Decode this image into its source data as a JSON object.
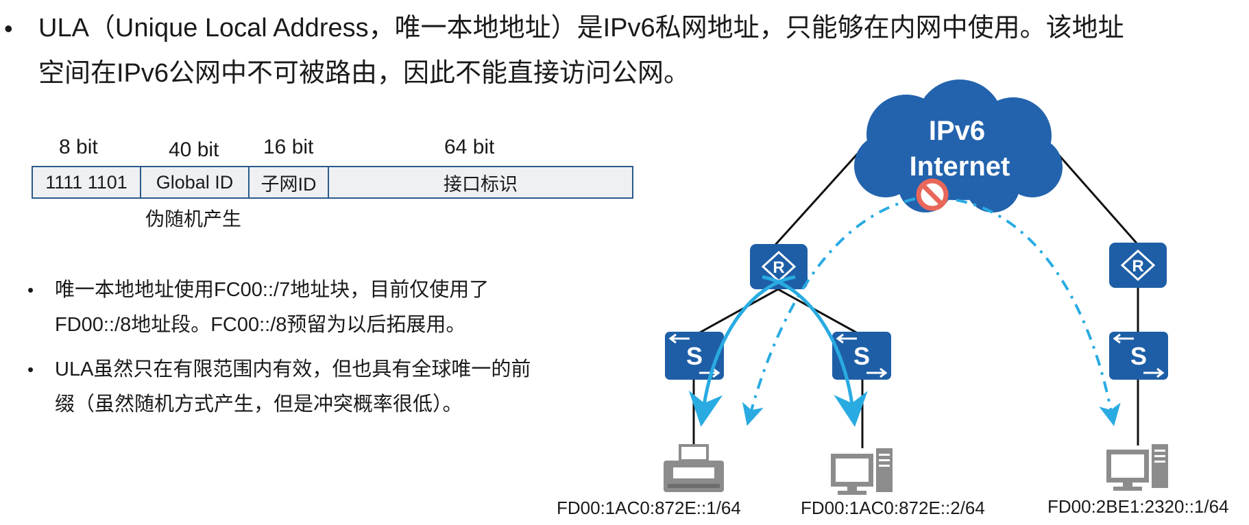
{
  "intro": {
    "bullet": "•",
    "line1": "ULA（Unique Local Address，唯一本地地址）是IPv6私网地址，只能够在内网中使用。该地址",
    "line2": "空间在IPv6公网中不可被路由，因此不能直接访问公网。"
  },
  "format": {
    "bit_labels": [
      "8 bit",
      "40 bit",
      "16 bit",
      "64 bit"
    ],
    "fields": [
      "1111 1101",
      "Global ID",
      "子网ID",
      "接口标识"
    ],
    "global_id_note": "伪随机产生"
  },
  "notes": {
    "bullet": "•",
    "items": [
      {
        "line1": "唯一本地地址使用FC00::/7地址块，目前仅使用了",
        "line2": "FD00::/8地址段。FC00::/8预留为以后拓展用。"
      },
      {
        "line1": "ULA虽然只在有限范围内有效，但也具有全球唯一的前",
        "line2": "缀（虽然随机方式产生，但是冲突概率很低）。"
      }
    ]
  },
  "diagram": {
    "cloud_line1": "IPv6",
    "cloud_line2": "Internet",
    "router_glyph": "R",
    "switch_glyph": "S",
    "hosts": [
      {
        "icon": "printer-icon",
        "address": "FD00:1AC0:872E::1/64"
      },
      {
        "icon": "computer-icon",
        "address": "FD00:1AC0:872E::2/64"
      },
      {
        "icon": "computer-icon",
        "address": "FD00:2BE1:2320::1/64"
      }
    ],
    "colors": {
      "device_blue": "#1e5ea6",
      "cloud_blue": "#2363ad",
      "flow_arrow": "#29abe2",
      "blocked_sign": "#e8675a",
      "host_gray": "#8c8c8c"
    }
  }
}
